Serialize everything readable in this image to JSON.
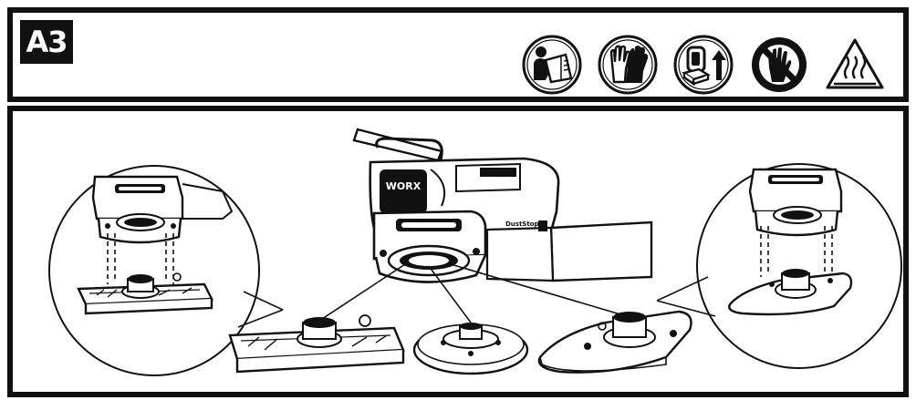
{
  "header": {
    "step_label": "A3",
    "icons": [
      "read-manual-icon",
      "wear-gloves-icon",
      "remove-battery-icon",
      "do-not-touch-icon",
      "hot-surface-warning-icon"
    ]
  },
  "illustration": {
    "brand_logo": "WORX",
    "tool_label": "DustStop"
  },
  "colors": {
    "ink": "#111111",
    "paper": "#ffffff"
  }
}
